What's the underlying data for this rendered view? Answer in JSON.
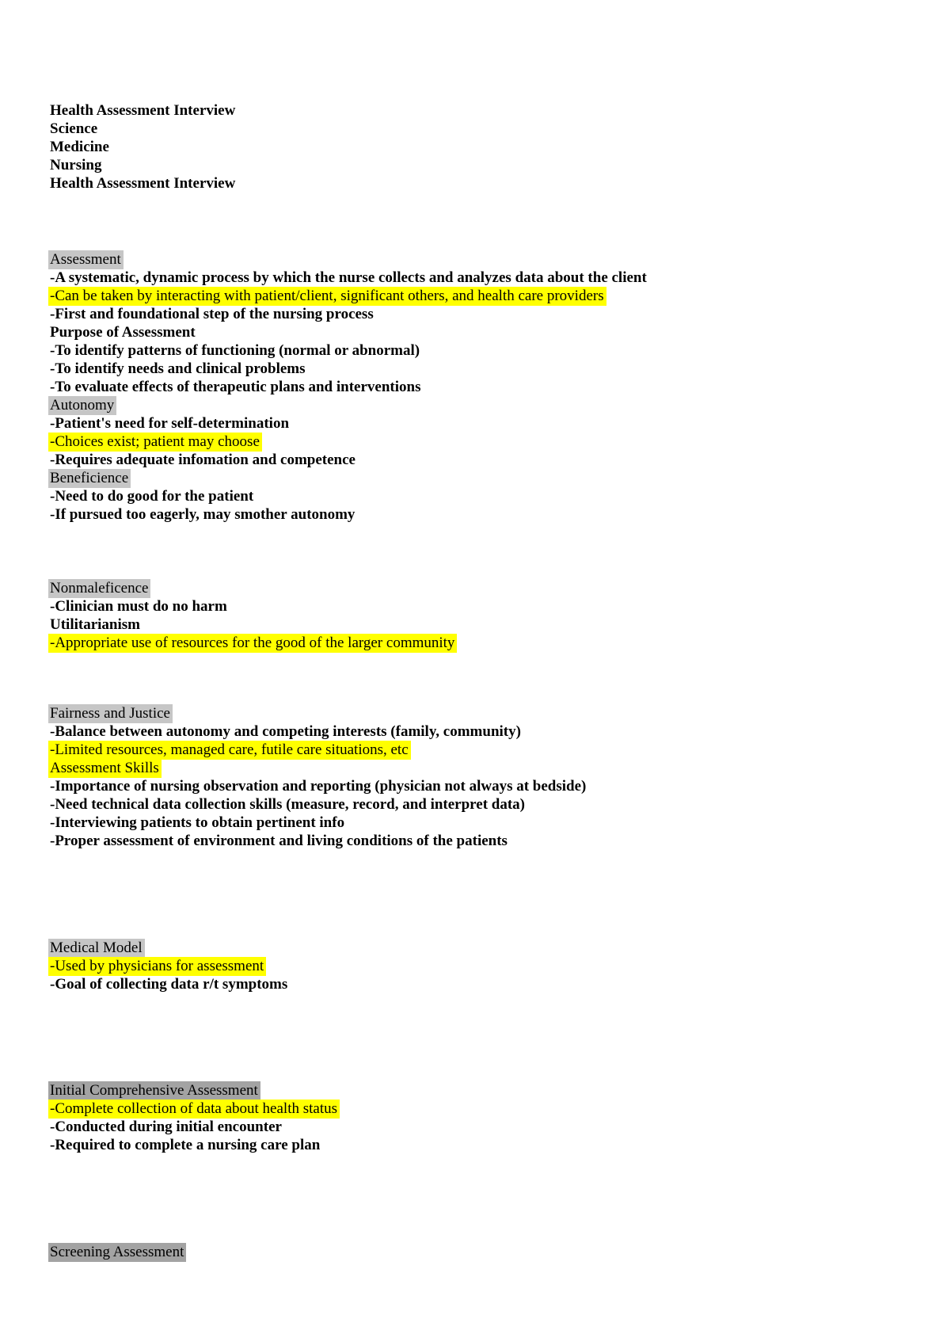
{
  "page": {
    "background": "#ffffff",
    "text_color": "#000000",
    "highlight_yellow": "#ffff00",
    "highlight_gray": "#c6c6c6",
    "highlight_gray_dark": "#a3a3a3"
  },
  "document_title": "Health Assessment Interview",
  "sections": [
    {
      "name": "title-block",
      "lines": [
        {
          "text": "Health Assessment Interview",
          "style": "bold"
        },
        {
          "text": "Science",
          "style": "bold"
        },
        {
          "text": "Medicine",
          "style": "bold"
        },
        {
          "text": "Nursing",
          "style": "bold"
        },
        {
          "text": "Health Assessment Interview",
          "style": "bold"
        }
      ]
    },
    {
      "name": "assessment-card",
      "lines": [
        {
          "text": "Assessment",
          "style": "gray"
        },
        {
          "text": "-A systematic, dynamic process by which the nurse collects and analyzes data about the client",
          "style": "bold"
        },
        {
          "text": "-Can be taken by interacting with patient/client, significant others, and health care providers",
          "style": "yellow"
        },
        {
          "text": "-First and foundational step of the nursing process",
          "style": "bold"
        },
        {
          "text": "Purpose of Assessment",
          "style": "bold"
        },
        {
          "text": "-To identify patterns of functioning (normal or abnormal)",
          "style": "bold"
        },
        {
          "text": "-To identify needs and clinical problems",
          "style": "bold"
        },
        {
          "text": "-To evaluate effects of therapeutic plans and interventions",
          "style": "bold"
        },
        {
          "text": "Autonomy",
          "style": "gray"
        },
        {
          "text": "-Patient's need for self-determination",
          "style": "bold"
        },
        {
          "text": "-Choices exist; patient may choose",
          "style": "yellow"
        },
        {
          "text": "-Requires adequate infomation and competence",
          "style": "bold"
        },
        {
          "text": "Beneficience",
          "style": "gray"
        },
        {
          "text": "-Need to do good for the patient",
          "style": "bold"
        },
        {
          "text": "-If pursued too eagerly, may smother autonomy",
          "style": "bold"
        }
      ]
    },
    {
      "name": "nonmaleficence-card",
      "lines": [
        {
          "text": "Nonmaleficence",
          "style": "gray"
        },
        {
          "text": "-Clinician must do no harm",
          "style": "bold"
        },
        {
          "text": "Utilitarianism",
          "style": "bold"
        },
        {
          "text": "-Appropriate use of resources for the good of the larger community",
          "style": "yellow"
        }
      ]
    },
    {
      "name": "fairness-card",
      "lines": [
        {
          "text": "Fairness and Justice",
          "style": "gray"
        },
        {
          "text": "-Balance between autonomy and competing interests (family, community)",
          "style": "bold"
        },
        {
          "text": "-Limited resources, managed care, futile care situations, etc",
          "style": "yellow"
        },
        {
          "text": "Assessment Skills",
          "style": "yellow"
        },
        {
          "text": "-Importance of nursing observation and reporting (physician not always at bedside)",
          "style": "bold"
        },
        {
          "text": "-Need technical data collection skills (measure, record, and interpret data)",
          "style": "bold"
        },
        {
          "text": "-Interviewing patients to obtain pertinent info",
          "style": "bold"
        },
        {
          "text": "-Proper assessment of environment and living conditions of the patients",
          "style": "bold"
        }
      ]
    },
    {
      "name": "medical-model-card",
      "lines": [
        {
          "text": "Medical Model",
          "style": "gray"
        },
        {
          "text": "-Used by physicians for assessment",
          "style": "yellow"
        },
        {
          "text": "-Goal of collecting data r/t symptoms",
          "style": "bold"
        }
      ]
    },
    {
      "name": "initial-comprehensive-card",
      "lines": [
        {
          "text": "Initial Comprehensive Assessment",
          "style": "gray-dark"
        },
        {
          "text": "-Complete collection of data about health status",
          "style": "yellow"
        },
        {
          "text": "-Conducted during initial encounter",
          "style": "bold"
        },
        {
          "text": "-Required to complete a nursing care plan",
          "style": "bold"
        }
      ]
    },
    {
      "name": "screening-card",
      "lines": [
        {
          "text": "Screening Assessment",
          "style": "gray-dark"
        }
      ]
    }
  ]
}
